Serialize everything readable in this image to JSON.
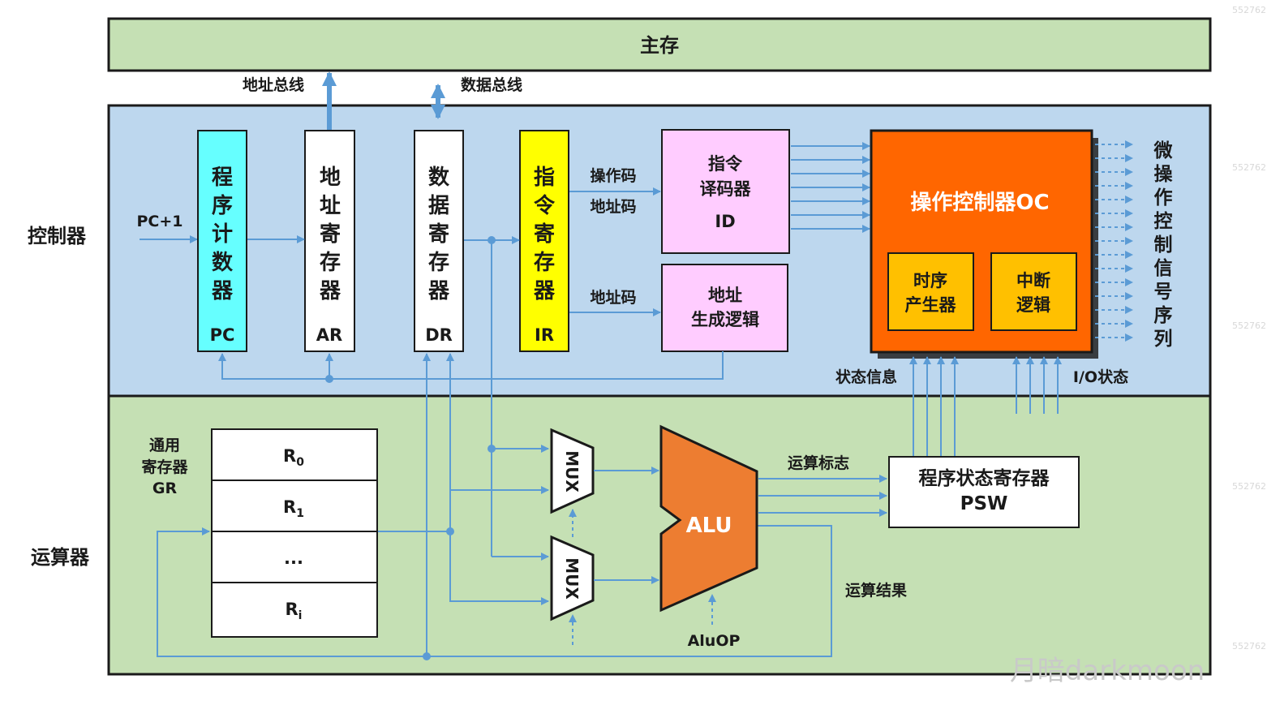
{
  "main_memory": {
    "label": "主存"
  },
  "bus": {
    "address": "地址总线",
    "data": "数据总线"
  },
  "controller": {
    "label": "控制器",
    "pc_plus_one": "PC+1",
    "pc": {
      "chars": [
        "程",
        "序",
        "计",
        "数",
        "器"
      ],
      "abbr": "PC"
    },
    "ar": {
      "chars": [
        "地",
        "址",
        "寄",
        "存",
        "器"
      ],
      "abbr": "AR"
    },
    "dr": {
      "chars": [
        "数",
        "据",
        "寄",
        "存",
        "器"
      ],
      "abbr": "DR"
    },
    "ir": {
      "chars": [
        "指",
        "令",
        "寄",
        "存",
        "器"
      ],
      "abbr": "IR"
    },
    "opcode": "操作码",
    "addr_code_1": "地址码",
    "addr_code_2": "地址码",
    "id": {
      "line1": "指令",
      "line2": "译码器",
      "abbr": "ID"
    },
    "addr_gen": {
      "line1": "地址",
      "line2": "生成逻辑"
    },
    "oc": {
      "title": "操作控制器OC",
      "timing": {
        "line1": "时序",
        "line2": "产生器"
      },
      "interrupt": {
        "line1": "中断",
        "line2": "逻辑"
      }
    },
    "micro_ops": [
      "微",
      "操",
      "作",
      "控",
      "制",
      "信",
      "号",
      "序",
      "列"
    ],
    "status_info": "状态信息",
    "io_status": "I/O状态"
  },
  "alu_unit": {
    "label": "运算器",
    "gr": {
      "line1": "通用",
      "line2": "寄存器",
      "line3": "GR"
    },
    "registers": [
      {
        "base": "R",
        "sub": "0"
      },
      {
        "base": "R",
        "sub": "1"
      },
      {
        "base": "...",
        "sub": ""
      },
      {
        "base": "R",
        "sub": "i"
      }
    ],
    "mux1": "MUX",
    "mux2": "MUX",
    "alu": "ALU",
    "aluop": "AluOP",
    "flags": "运算标志",
    "result": "运算结果",
    "psw": {
      "line1": "程序状态寄存器",
      "line2": "PSW"
    }
  },
  "watermark": {
    "text": "月暗darkmoon",
    "id": "552762"
  },
  "colors": {
    "memory_bg": "#c5e0b4",
    "controller_bg": "#bdd7ee",
    "alu_section_bg": "#c5e0b4",
    "pc_box": "#66ffff",
    "ir_box": "#ffff00",
    "id_box": "#ffccff",
    "oc_box": "#ff6600",
    "oc_inner": "#ffc000",
    "alu_shape": "#ed7d31",
    "line": "#5b9bd5",
    "border": "#1a1a1a"
  }
}
